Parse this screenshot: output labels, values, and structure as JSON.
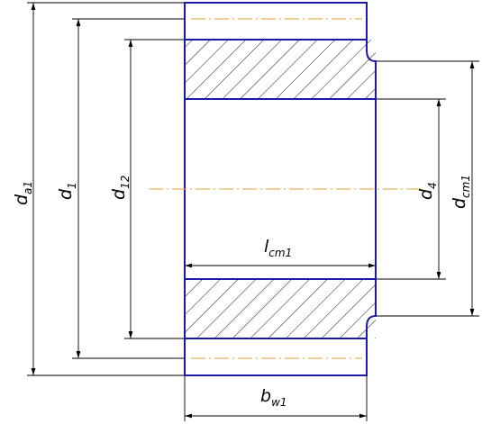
{
  "colors": {
    "outline": "#1a1aa6",
    "dimension": "#000000",
    "axis_line": "#e0a030"
  },
  "labels": {
    "da1": {
      "main": "d",
      "sub": "a1"
    },
    "d1": {
      "main": "d",
      "sub": "1"
    },
    "d12": {
      "main": "d",
      "sub": "12"
    },
    "d4": {
      "main": "d",
      "sub": "4"
    },
    "dcm1": {
      "main": "d",
      "sub": "cm1"
    },
    "lcm1": {
      "main": "l",
      "sub": "cm1"
    },
    "bw1": {
      "main": "b",
      "sub": "w1"
    }
  }
}
